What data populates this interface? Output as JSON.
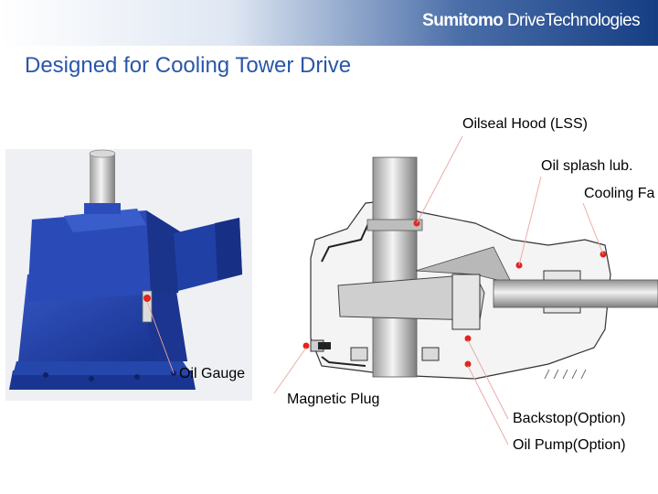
{
  "header": {
    "brand_strong": "Sumitomo",
    "brand_rest": "DriveTechnologies"
  },
  "page": {
    "title": "Designed for Cooling Tower Drive"
  },
  "callouts": {
    "oilseal_hood": "Oilseal Hood (LSS)",
    "oil_splash": "Oil splash lub.",
    "cooling_fan": "Cooling Fa",
    "oil_gauge": "Oil Gauge",
    "magnetic_plug": "Magnetic Plug",
    "backstop": "Backstop(Option)",
    "oil_pump": "Oil Pump(Option)"
  },
  "colors": {
    "title_blue": "#2a56a8",
    "brand_band_dark": "#163e84",
    "gearbox_blue": "#1e3d9e",
    "marker_red": "#e0261e",
    "leader_line": "#e8a6a0"
  }
}
